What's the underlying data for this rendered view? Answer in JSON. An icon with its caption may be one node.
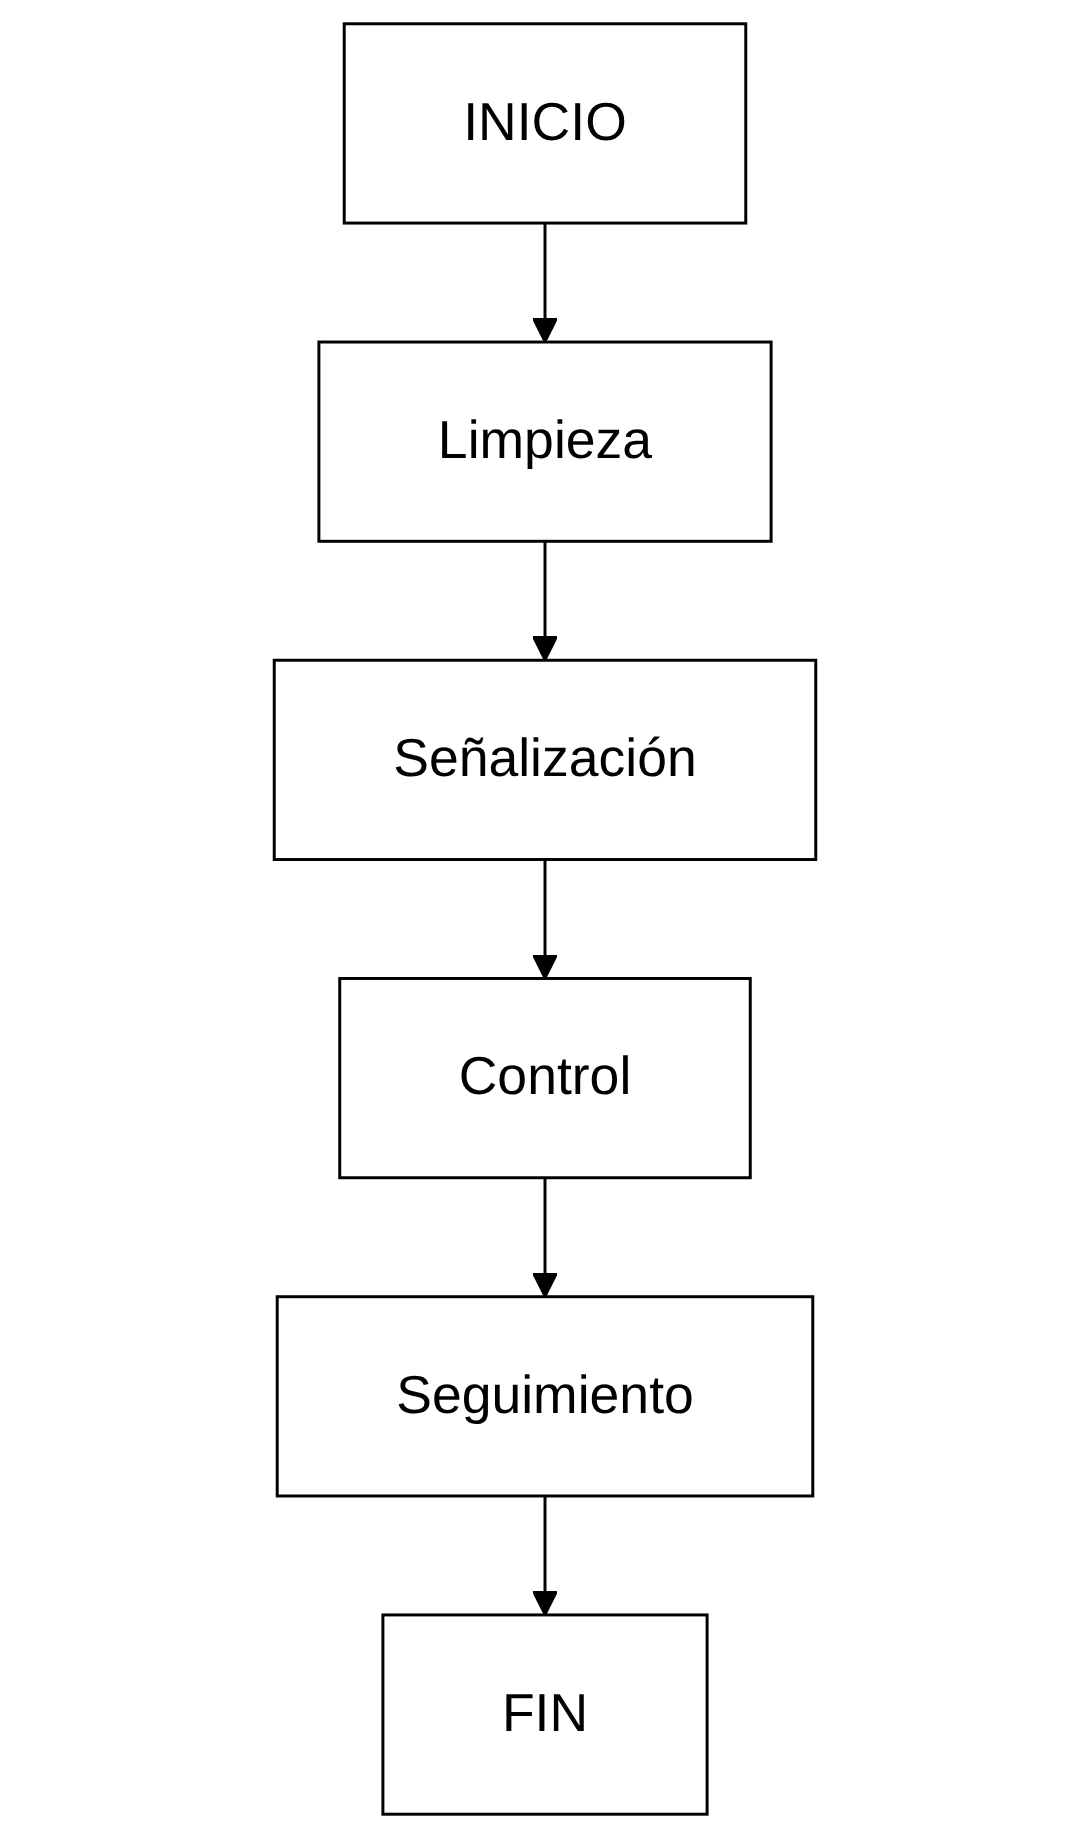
{
  "diagram": {
    "nodes": [
      {
        "text": [
          "INICIO"
        ]
      },
      {
        "text": [
          "Limpieza"
        ]
      },
      {
        "text": [
          "Señalización"
        ]
      },
      {
        "text": [
          "Control"
        ]
      },
      {
        "text": [
          "Seguimiento"
        ]
      },
      {
        "text": [
          "FIN"
        ]
      }
    ],
    "edges": [
      {
        "from": 0,
        "to": 1,
        "arrow": "to"
      },
      {
        "from": 1,
        "to": 2,
        "arrow": "to"
      },
      {
        "from": 2,
        "to": 3,
        "arrow": "to"
      },
      {
        "from": 3,
        "to": 4,
        "arrow": "to"
      },
      {
        "from": 4,
        "to": 5,
        "arrow": "to"
      }
    ]
  }
}
